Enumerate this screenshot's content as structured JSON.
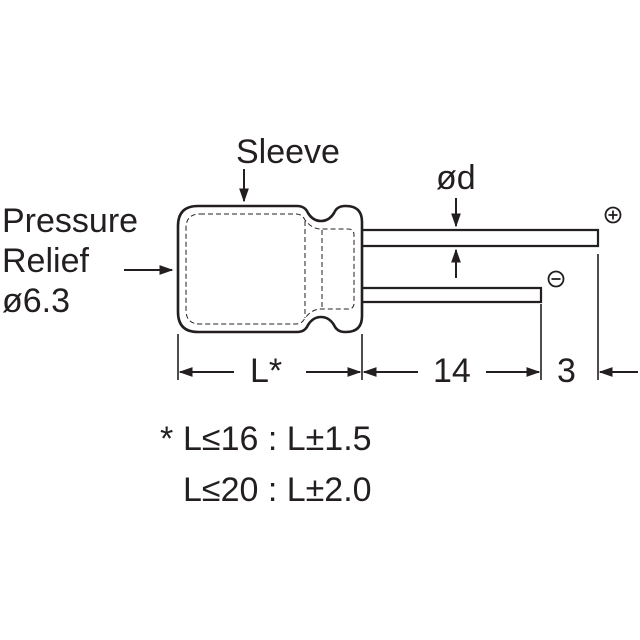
{
  "labels": {
    "sleeve": "Sleeve",
    "pressure_relief_line1": "Pressure",
    "pressure_relief_line2": "Relief",
    "pressure_relief_line3": "ø6.3",
    "lead_diameter": "ød",
    "length": "L*",
    "lead_length": "14",
    "lead_offset": "3"
  },
  "notes": [
    {
      "marker": "*",
      "text": "L≤16 : L±1.5"
    },
    {
      "marker": "",
      "text": "L≤20 : L±2.0"
    }
  ],
  "colors": {
    "line": "#231f20",
    "background": "#ffffff"
  },
  "icons": {
    "positive_terminal": "plus-circle-icon",
    "negative_terminal": "minus-circle-icon"
  }
}
